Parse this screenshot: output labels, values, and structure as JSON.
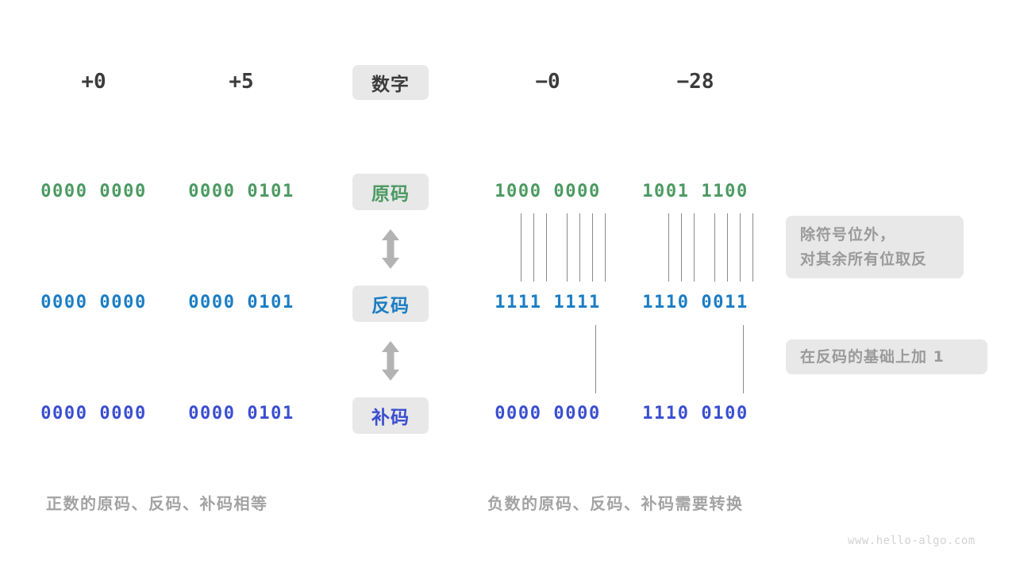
{
  "meta": {
    "watermark": "www.hello-algo.com",
    "background": "#ffffff",
    "colors": {
      "sign_magnitude": "#4c9a62",
      "ones_complement": "#1a7dc4",
      "twos_complement": "#3a4ed0",
      "chip_bg": "#e8e8e8",
      "note_text": "#9a9a9a",
      "caption_text": "#a3a3a3",
      "header_text": "#3b3b3b",
      "connector_line": "#8a8a8a",
      "arrow": "#b3b3b3"
    }
  },
  "header": {
    "row_label": "数字",
    "numbers": [
      "+0",
      "+5",
      "−0",
      "−28"
    ]
  },
  "rows": [
    {
      "label": "原码",
      "label_color": "#4c9a62",
      "value_color": "#4c9a62",
      "values": [
        "0000 0000",
        "0000 0101",
        "1000 0000",
        "1001 1100"
      ]
    },
    {
      "label": "反码",
      "label_color": "#1a7dc4",
      "value_color": "#1a7dc4",
      "values": [
        "0000 0000",
        "0000 0101",
        "1111 1111",
        "1110 0011"
      ]
    },
    {
      "label": "补码",
      "label_color": "#3a4ed0",
      "value_color": "#3a4ed0",
      "values": [
        "0000 0000",
        "0000 0101",
        "0000 0000",
        "1110 0100"
      ]
    }
  ],
  "notes": [
    {
      "lines": [
        "除符号位外，",
        "对其余所有位取反"
      ]
    },
    {
      "lines": [
        "在反码的基础上加 1"
      ]
    }
  ],
  "captions": {
    "left": "正数的原码、反码、补码相等",
    "right": "负数的原码、反码、补码需要转换"
  },
  "arrows": {
    "top": "double-headed-vertical-arrow",
    "bottom": "double-headed-vertical-arrow"
  }
}
